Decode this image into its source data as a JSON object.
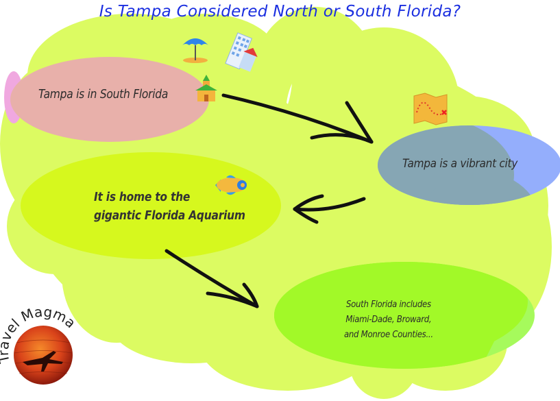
{
  "title": "Is Tampa Considered North or South Florida?",
  "colors": {
    "title": "#1b2fe0",
    "background_blob": "#dcfb62",
    "node_south_florida": "#e8b0aa",
    "node_vibrant_city": "#86a6b4",
    "node_aquarium": "#d6f81e",
    "node_counties": "#a2f928",
    "arrow": "#111111"
  },
  "nodes": [
    {
      "id": "south-florida",
      "text": "Tampa is in South Florida",
      "icon": "church-icon"
    },
    {
      "id": "vibrant-city",
      "text": "Tampa is a vibrant city",
      "icon": "treasure-map-icon"
    },
    {
      "id": "aquarium",
      "lines": [
        "It is home to the",
        "gigantic Florida Aquarium"
      ],
      "icon": "fish-icon"
    },
    {
      "id": "counties",
      "lines": [
        "South Florida includes",
        "Miami-Dade, Broward,",
        "and Monroe Counties..."
      ]
    }
  ],
  "edges": [
    {
      "from": "south-florida",
      "to": "vibrant-city"
    },
    {
      "from": "vibrant-city",
      "to": "aquarium"
    },
    {
      "from": "aquarium",
      "to": "counties"
    }
  ],
  "decorations": [
    "beach-umbrella-icon",
    "hotel-building-icon"
  ],
  "logo": {
    "text": "Travel Magma"
  }
}
